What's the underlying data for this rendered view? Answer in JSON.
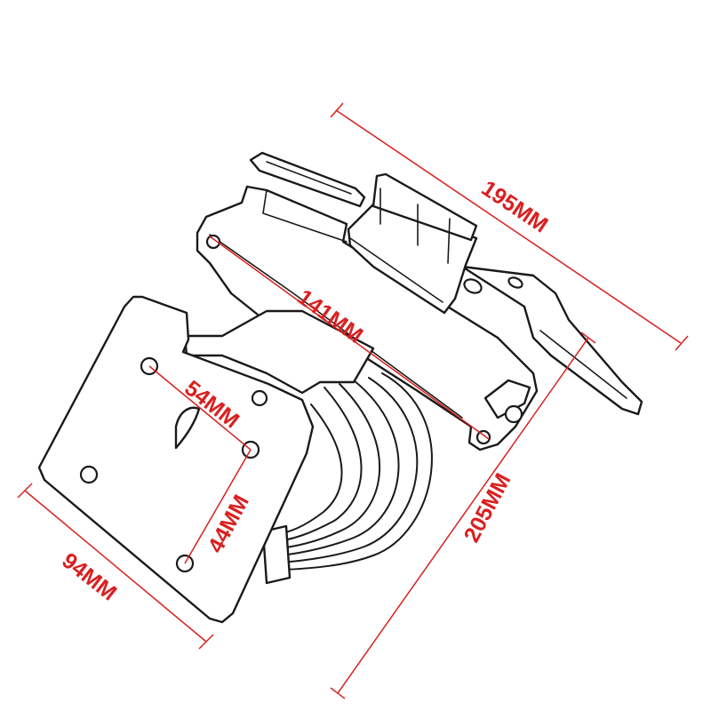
{
  "colors": {
    "dimension": "#d92020",
    "outline": "#1a1a1a",
    "background": "#ffffff"
  },
  "dimensions": {
    "overall_length": "195MM",
    "mount_spacing": "141MM",
    "plate_hole_horizontal": "54MM",
    "plate_hole_vertical": "44MM",
    "plate_width": "94MM",
    "overall_height": "205MM"
  }
}
